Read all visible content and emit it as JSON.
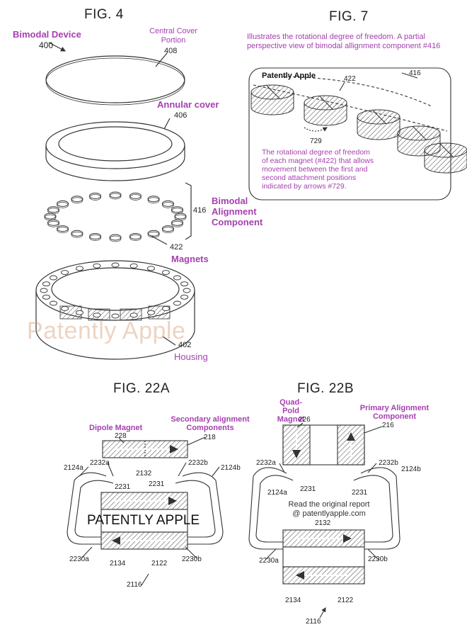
{
  "fig4": {
    "title": "FIG. 4",
    "device_label": "Bimodal Device",
    "device_num": "400",
    "central_cover_label": "Central Cover Portion",
    "central_cover_num": "408",
    "annular_label": "Annular cover",
    "annular_num": "406",
    "bimodal_align_label": "Bimodal Alignment Component",
    "bimodal_align_num": "416",
    "magnets_num": "422",
    "magnets_label": "Magnets",
    "housing_num": "402",
    "housing_label": "Housing",
    "watermark": "Patently Apple"
  },
  "fig7": {
    "title": "FIG. 7",
    "description": "Illustrates the rotational degree of freedom. A partial perspective view of bimodal allignment component #416",
    "brand": "Patently Apple",
    "num_422": "422",
    "num_416": "416",
    "num_729": "729",
    "caption": "The rotational degree of freedom of each magnet (#422) that allows movement between the first and second attachment positions indicated by arrows #729."
  },
  "fig22a": {
    "title": "FIG. 22A",
    "dipole_label": "Dipole Magnet",
    "secondary_label": "Secondary alignment Components",
    "n228": "228",
    "n218": "218",
    "n2232a": "2232a",
    "n2232b": "2232b",
    "n2124a": "2124a",
    "n2124b": "2124b",
    "n2132": "2132",
    "n2231a": "2231",
    "n2231b": "2231",
    "n2230a": "2230a",
    "n2230b": "2230b",
    "n2134": "2134",
    "n2122": "2122",
    "n2116": "2116",
    "watermark": "PATENTLY APPLE"
  },
  "fig22b": {
    "title": "FIG. 22B",
    "quad_label": "Quad-Pold Magnet",
    "primary_label": "Primary Alignment Component",
    "n226": "226",
    "n216": "216",
    "n2232a": "2232a",
    "n2232b": "2232b",
    "n2124a": "2124a",
    "n2124b": "2124b",
    "n2231a": "2231",
    "n2231b": "2231",
    "read_line1": "Read the original report",
    "read_line2": "@ patentlyapple.com",
    "n2132": "2132",
    "n2230a": "2230a",
    "n2230b": "2230b",
    "n2134": "2134",
    "n2122": "2122",
    "n2116": "2116"
  },
  "colors": {
    "accent": "#a63fb0",
    "watermark": "#d7a078"
  }
}
